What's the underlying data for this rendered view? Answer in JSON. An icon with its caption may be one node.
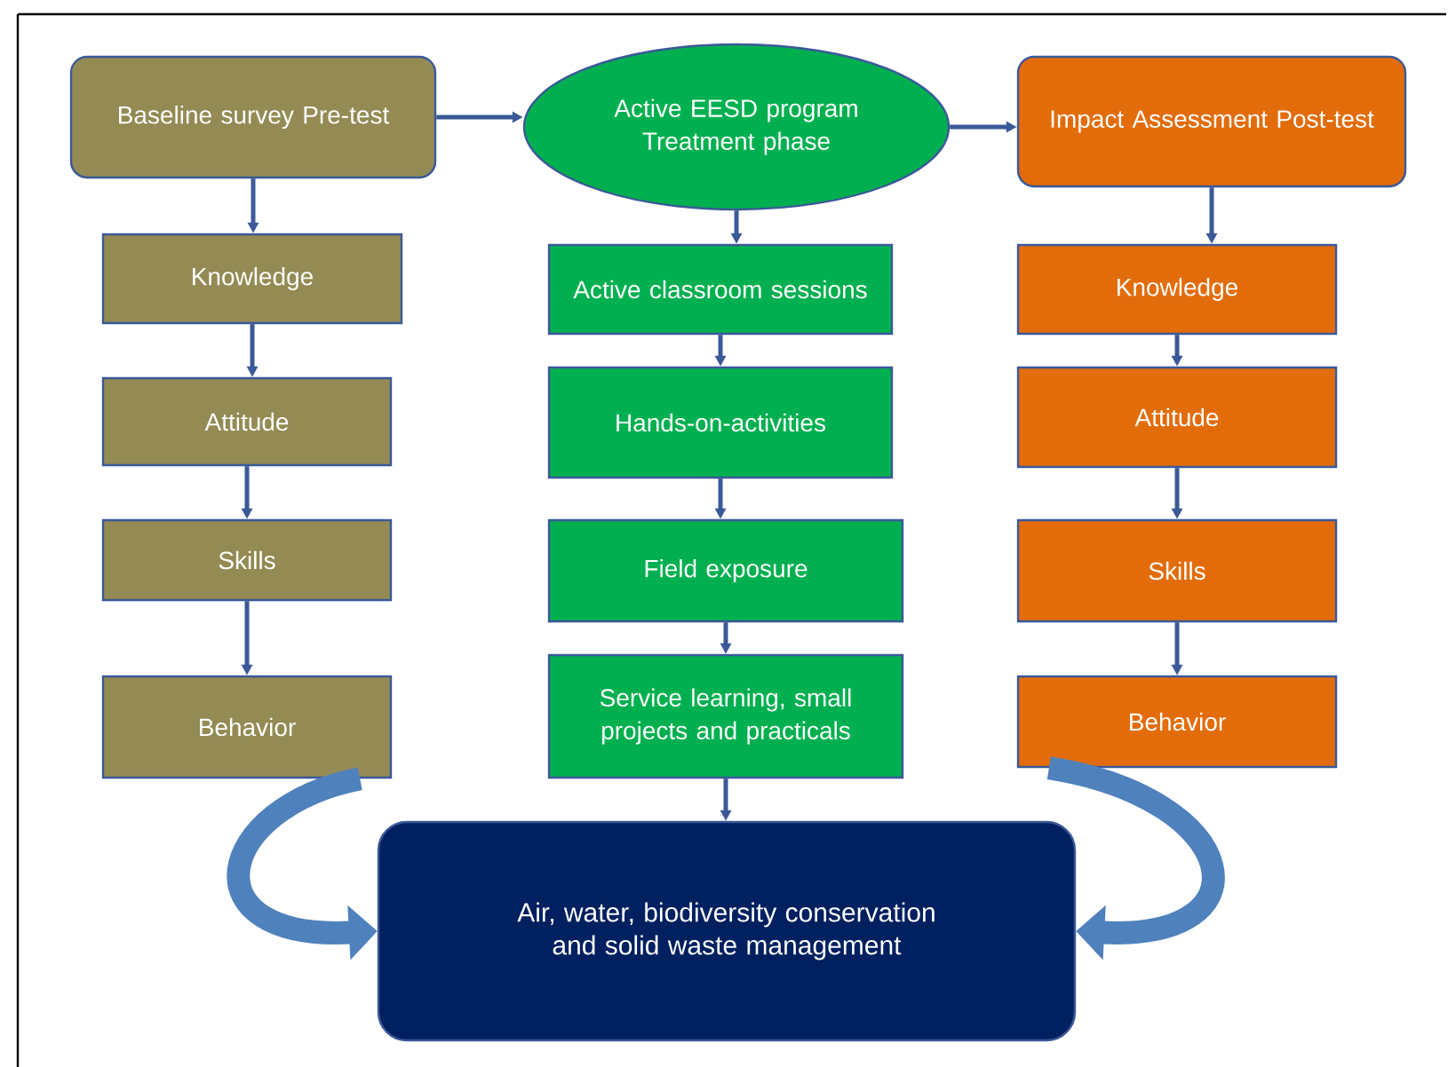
{
  "diagram": {
    "nodes": [
      {
        "text": [
          "Baseline survey Pre-test"
        ]
      },
      {
        "text": [
          "Knowledge"
        ]
      },
      {
        "text": [
          "Attitude"
        ]
      },
      {
        "text": [
          "Skills"
        ]
      },
      {
        "text": [
          "Behavior"
        ]
      },
      {
        "text": [
          "Active EESD program Treatment phase"
        ]
      },
      {
        "text": [
          "Active classroom sessions"
        ]
      },
      {
        "text": [
          "Hands-on-activities"
        ]
      },
      {
        "text": [
          "Field exposure"
        ]
      },
      {
        "text": [
          "Service learning, small projects and practicals"
        ]
      },
      {
        "text": [
          "Impact Assessment Post-test"
        ]
      },
      {
        "text": [
          "Knowledge"
        ]
      },
      {
        "text": [
          "Attitude"
        ]
      },
      {
        "text": [
          "Skills"
        ]
      },
      {
        "text": [
          "Behavior"
        ]
      },
      {
        "text": [
          "Air, water, biodiversity conservation and solid waste management"
        ]
      }
    ],
    "edges": [
      {
        "from": 0,
        "to": 5,
        "arrow": "to"
      },
      {
        "from": 5,
        "to": 10,
        "arrow": "to"
      },
      {
        "from": 0,
        "to": 1,
        "arrow": "to"
      },
      {
        "from": 1,
        "to": 2,
        "arrow": "to"
      },
      {
        "from": 2,
        "to": 3,
        "arrow": "to"
      },
      {
        "from": 3,
        "to": 4,
        "arrow": "to"
      },
      {
        "from": 5,
        "to": 6,
        "arrow": "to"
      },
      {
        "from": 6,
        "to": 7,
        "arrow": "to"
      },
      {
        "from": 7,
        "to": 8,
        "arrow": "to"
      },
      {
        "from": 8,
        "to": 9,
        "arrow": "to"
      },
      {
        "from": 9,
        "to": 15,
        "arrow": "to"
      },
      {
        "from": 10,
        "to": 11,
        "arrow": "to"
      },
      {
        "from": 11,
        "to": 12,
        "arrow": "to"
      },
      {
        "from": 12,
        "to": 13,
        "arrow": "to"
      },
      {
        "from": 13,
        "to": 14,
        "arrow": "to"
      },
      {
        "from": 4,
        "to": 15,
        "arrow": "to",
        "style": "thick",
        "color": "#4f81bd"
      },
      {
        "from": 14,
        "to": 15,
        "arrow": "to",
        "style": "thick",
        "color": "#4f81bd"
      }
    ]
  }
}
